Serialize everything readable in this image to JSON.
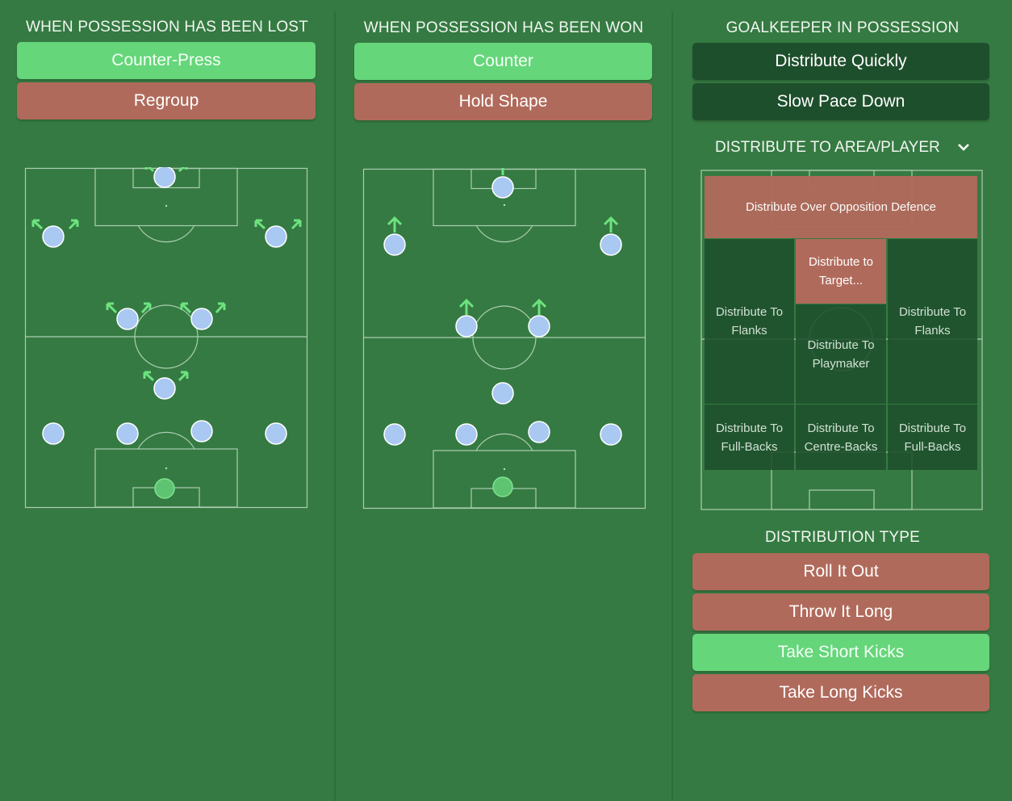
{
  "lost": {
    "title": "WHEN POSSESSION HAS BEEN LOST",
    "options": [
      {
        "label": "Counter-Press",
        "state": "selected"
      },
      {
        "label": "Regroup",
        "state": "unselected"
      }
    ]
  },
  "won": {
    "title": "WHEN POSSESSION HAS BEEN WON",
    "options": [
      {
        "label": "Counter",
        "state": "selected"
      },
      {
        "label": "Hold Shape",
        "state": "unselected"
      }
    ]
  },
  "goalkeeper": {
    "title": "GOALKEEPER IN POSSESSION",
    "options": [
      {
        "label": "Distribute Quickly",
        "state": "off"
      },
      {
        "label": "Slow Pace Down",
        "state": "off"
      }
    ],
    "area_title": "DISTRIBUTE TO AREA/PLAYER",
    "zones": {
      "over_defence": "Distribute Over Opposition Defence",
      "target": "Distribute to Target...",
      "flanks_left": "Distribute To Flanks",
      "flanks_right": "Distribute To Flanks",
      "playmaker": "Distribute To Playmaker",
      "fullbacks_left": "Distribute To Full-Backs",
      "centrebacks": "Distribute To Centre-Backs",
      "fullbacks_right": "Distribute To Full-Backs"
    },
    "type_title": "DISTRIBUTION TYPE",
    "types": [
      {
        "label": "Roll It Out",
        "state": "unselected"
      },
      {
        "label": "Throw It Long",
        "state": "unselected"
      },
      {
        "label": "Take Short Kicks",
        "state": "selected"
      },
      {
        "label": "Take Long Kicks",
        "state": "unselected"
      }
    ]
  },
  "colors": {
    "background": "#357a42",
    "selected": "#65d67a",
    "unselected": "#b06a5b",
    "dark": "#1e4f2c",
    "player": "#a9c8f2",
    "arrow": "#6de27f",
    "goalkeeper_dot": "#5fc471"
  },
  "icons": {
    "dropdown": "chevron-down-icon",
    "arrow_up": "arrow-up-icon",
    "arrow_diagonal": "arrow-diagonal-icon"
  }
}
